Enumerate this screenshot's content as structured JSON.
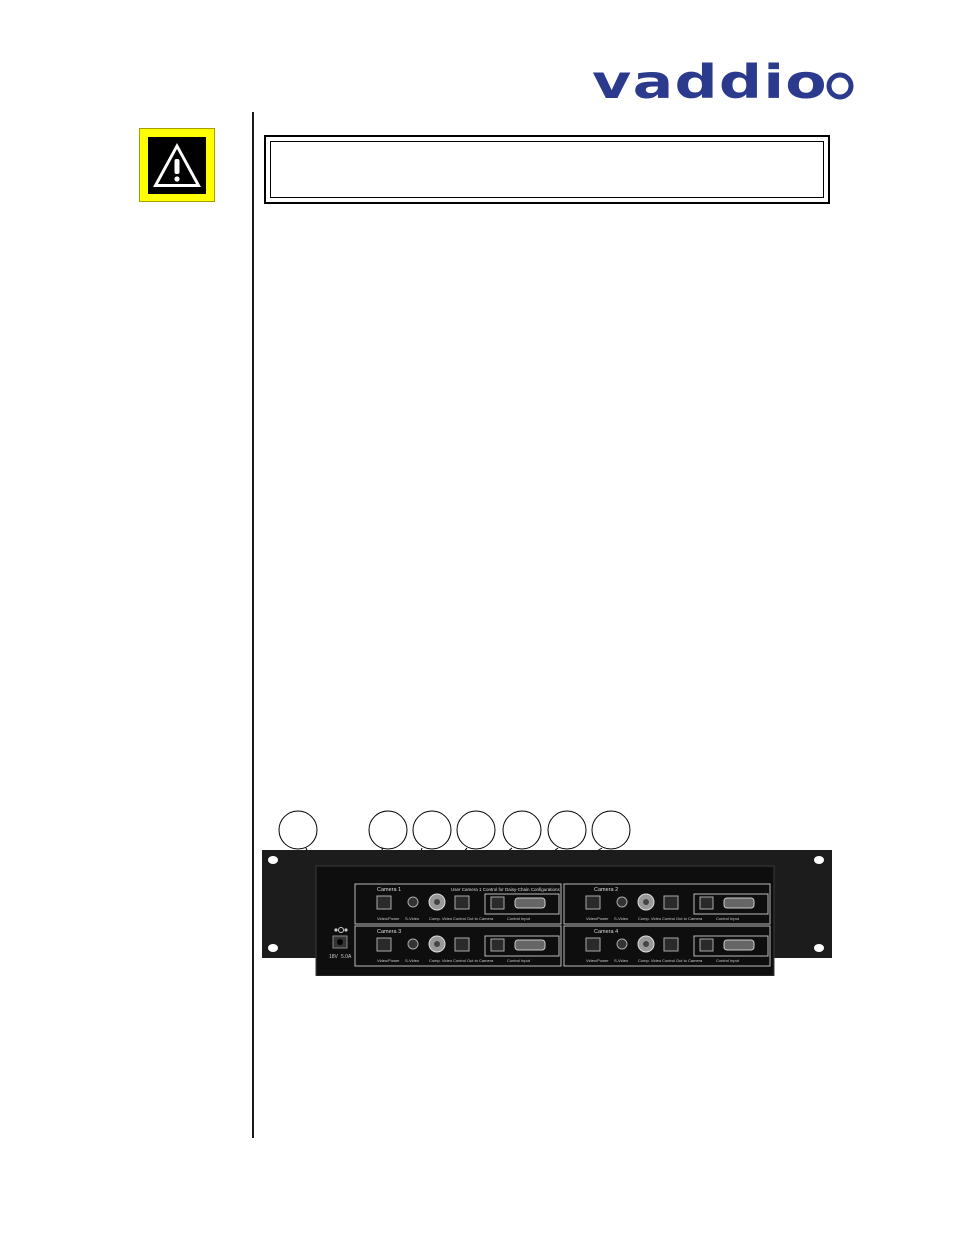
{
  "header": {
    "logo_text": "vaddio",
    "logo_color": "#2b3a8c"
  },
  "warning": {
    "icon": "warning-triangle-icon",
    "box_color": "#ffff00"
  },
  "notice_box": {
    "text": ""
  },
  "rear_panel_photo": {
    "callout_count": 7,
    "power_labels": [
      "18V",
      "5.0A"
    ],
    "modules": [
      {
        "title": "Camera 1",
        "header_text": "User Camera 1 Control for Daisy-Chain Configurations",
        "port_labels": [
          "Video/Power",
          "S-Video",
          "Comp. Video",
          "Control Out to Camera",
          "Control Input"
        ]
      },
      {
        "title": "Camera 2",
        "header_text": "",
        "port_labels": [
          "Video/Power",
          "S-Video",
          "Comp. Video",
          "Control Out to Camera",
          "Control Input"
        ]
      },
      {
        "title": "Camera 3",
        "header_text": "",
        "port_labels": [
          "Video/Power",
          "S-Video",
          "Comp. Video",
          "Control Out to Camera",
          "Control Input"
        ]
      },
      {
        "title": "Camera 4",
        "header_text": "",
        "port_labels": [
          "Video/Power",
          "S-Video",
          "Comp. Video",
          "Control Out to Camera",
          "Control Input"
        ]
      }
    ]
  }
}
